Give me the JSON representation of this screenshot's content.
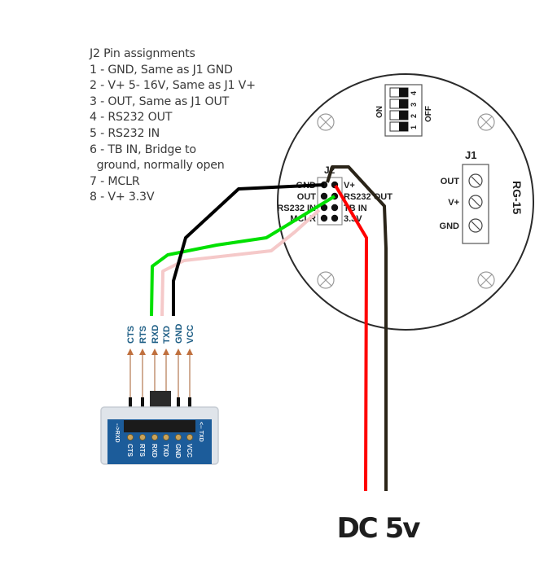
{
  "pin_notes": {
    "title": "J2 Pin assignments",
    "lines": [
      "1 - GND, Same as J1 GND",
      "2 - V+ 5- 16V, Same as J1 V+",
      "3 - OUT, Same as J1 OUT",
      "4 - RS232 OUT",
      "5 - RS232 IN",
      "6 - TB IN, Bridge to",
      "  ground, normally open",
      "7 - MCLR",
      "8 - V+ 3.3V"
    ]
  },
  "board": {
    "model": "RG-15",
    "dip_switch": {
      "on_label": "ON",
      "off_label": "OFF",
      "switch_numbers": [
        "1",
        "2",
        "3",
        "4"
      ],
      "positions": [
        "OFF",
        "OFF",
        "OFF",
        "OFF"
      ]
    },
    "j1": {
      "label": "J1",
      "pins": [
        "OUT",
        "V+",
        "GND"
      ]
    },
    "j2": {
      "label": "J2",
      "left_labels": [
        "GND",
        "OUT",
        "RS232 IN",
        "MCLR"
      ],
      "right_labels": [
        "V+",
        "RS232 OUT",
        "TB IN",
        "3.3V"
      ]
    }
  },
  "usb_adapter": {
    "pin_labels": [
      "CTS",
      "RTS",
      "RXD",
      "TXD",
      "GND",
      "VCC"
    ],
    "silk_labels": [
      "CTS",
      "RTS",
      "RXD",
      "TXD",
      "GND",
      "VCC"
    ],
    "rxd_arrow": "-->RXD",
    "txd_arrow": "<-- TXD"
  },
  "wires": [
    {
      "color": "#00e000",
      "from": "usb RXD",
      "to": "J2 RS232 OUT"
    },
    {
      "color": "#f5c9c9",
      "from": "usb TXD",
      "to": "J2 RS232 IN"
    },
    {
      "color": "#000000",
      "from": "usb GND",
      "to": "J2 GND"
    },
    {
      "color": "#ff0000",
      "from": "DC 5v",
      "to": "J2 V+"
    },
    {
      "color": "#2a2418",
      "from": "DC 5v",
      "to": "J2 GND"
    }
  ],
  "power_label": "DC 5v"
}
